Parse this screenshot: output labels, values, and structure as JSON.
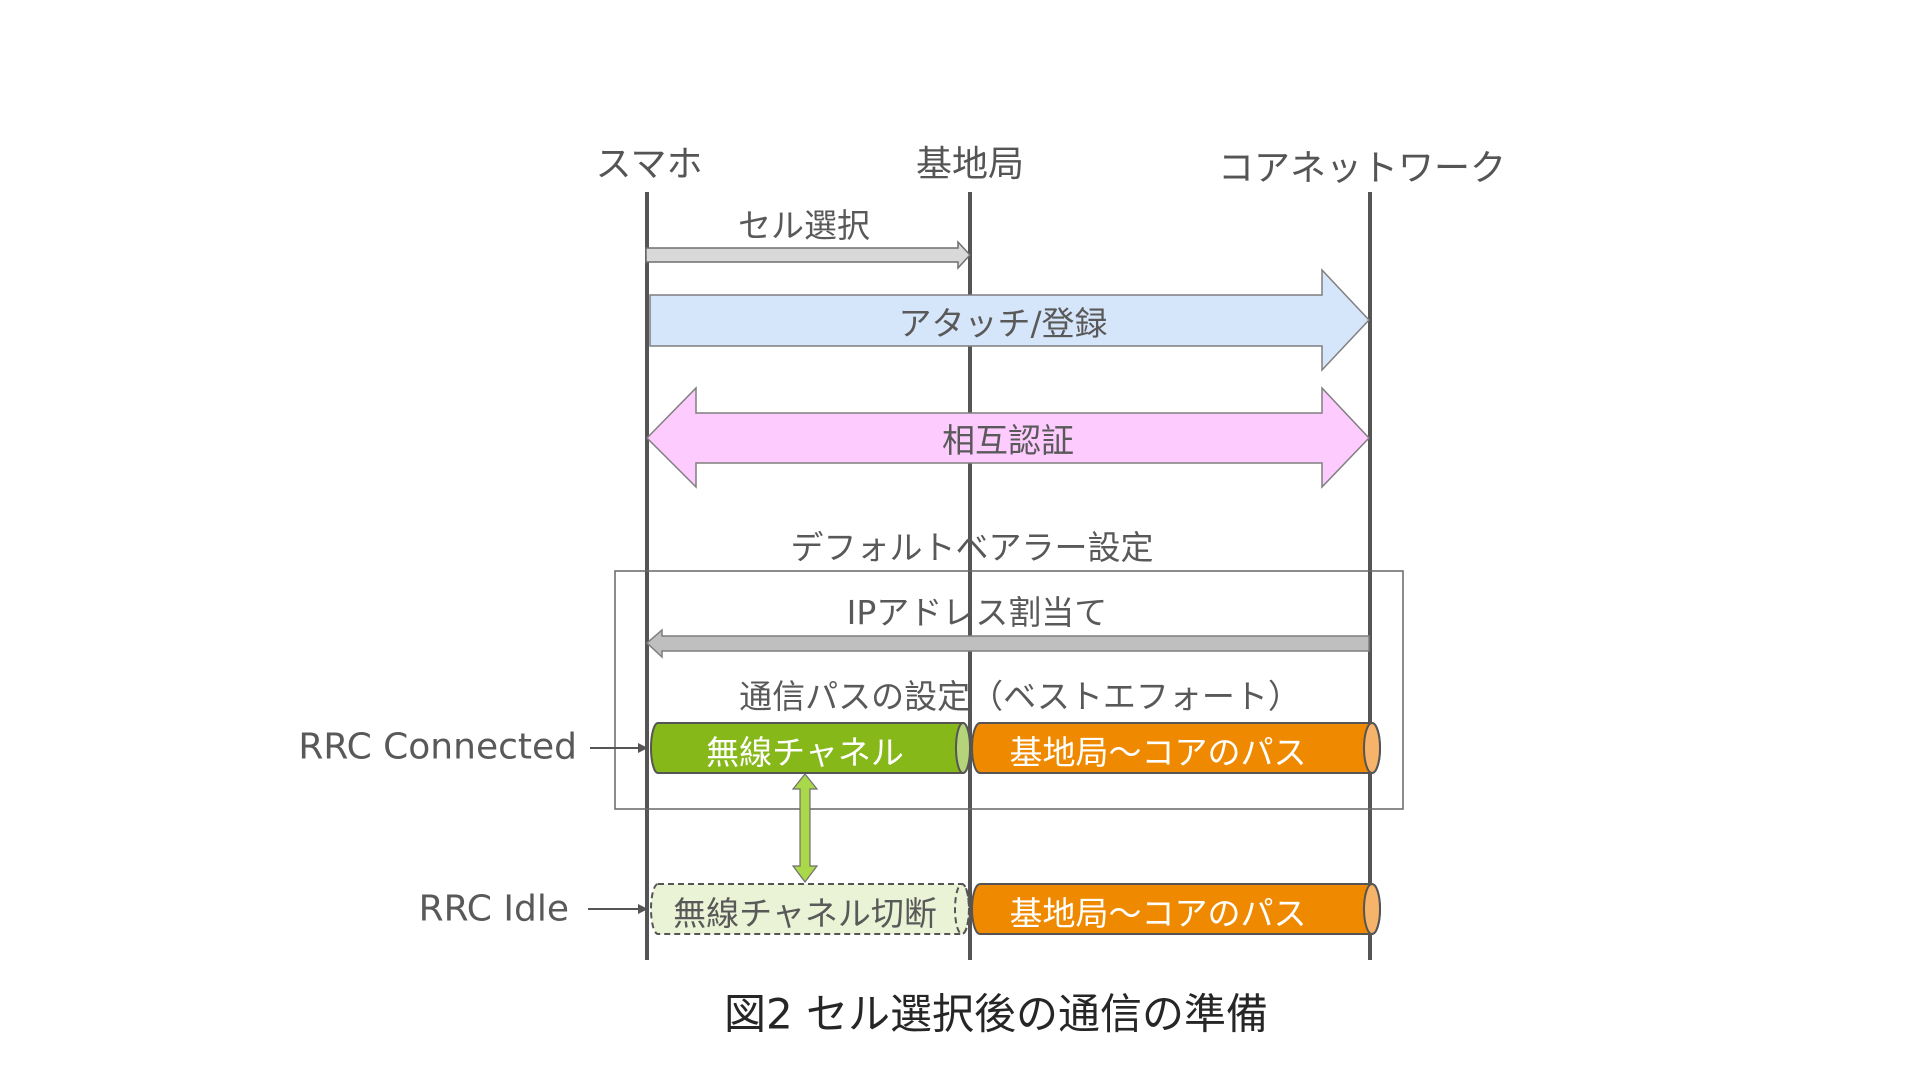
{
  "participants": [
    {
      "id": "smartphone",
      "label": "スマホ"
    },
    {
      "id": "base-station",
      "label": "基地局"
    },
    {
      "id": "core-network",
      "label": "コアネットワーク"
    }
  ],
  "messages": {
    "cell_selection": {
      "label": "セル選択",
      "from": "スマホ",
      "to": "基地局",
      "direction": "right"
    },
    "attach": {
      "label": "アタッチ/登録",
      "from": "スマホ",
      "to": "コアネットワーク",
      "direction": "right"
    },
    "mutual_auth": {
      "label": "相互認証",
      "from": "スマホ",
      "to": "コアネットワーク",
      "direction": "both"
    },
    "ip_assign": {
      "label": "IPアドレス割当て",
      "from": "コアネットワーク",
      "to": "スマホ",
      "direction": "left"
    }
  },
  "default_bearer": {
    "title": "デフォルトベアラー設定",
    "path_setup_label": "通信パスの設定（ベストエフォート）"
  },
  "states": {
    "connected": {
      "label": "RRC Connected",
      "radio_channel": "無線チャネル",
      "core_path": "基地局～コアのパス"
    },
    "idle": {
      "label": "RRC Idle",
      "radio_channel": "無線チャネル切断",
      "core_path": "基地局～コアのパス"
    }
  },
  "caption": "図2  セル選択後の通信の準備",
  "colors": {
    "lifeline": "#555555",
    "cell_arrow": "#d9d9d9",
    "attach_arrow": "#d6e6fa",
    "auth_arrow": "#fecbfe",
    "ip_arrow": "#bfbfbf",
    "radio_green": "#86b81a",
    "radio_green_cap": "#b5d47a",
    "core_orange": "#ef8a00",
    "core_orange_cap": "#f6b46a",
    "idle_fill": "#ebf3d6",
    "state_arrow": "#a9d84a"
  }
}
